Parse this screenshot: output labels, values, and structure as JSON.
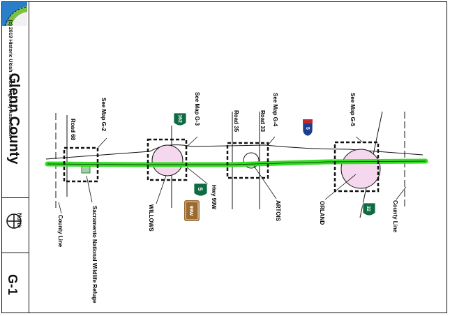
{
  "sidebar": {
    "copyright": "(c) 2019 Historic Ukiah Tahoe Highway Association",
    "county_title": "Glenn County",
    "north_label": "North",
    "map_id": "G-1"
  },
  "map": {
    "see_maps": [
      "See Map G-2",
      "See Map G-3",
      "See Map G-4",
      "See Map G-5"
    ],
    "roads": [
      "Road 68",
      "Road 35",
      "Road 33"
    ],
    "towns": [
      "WILLOWS",
      "ARTOIS",
      "ORLAND"
    ],
    "refuge": "Sacramento National Wildlife Refuge",
    "county_line": "County Line",
    "hwy_label": "Hwy 99W",
    "shields": {
      "i5_top": "5",
      "ca162": "162",
      "us5": "5",
      "hist99": "99W",
      "ca32": "32"
    },
    "colors": {
      "route": "#33dd22",
      "town_fill": "#f6d8ee",
      "shield_green": "#0e6b43",
      "interstate_blue": "#1b3f8f",
      "historic_brown": "#9a6a2e"
    }
  }
}
